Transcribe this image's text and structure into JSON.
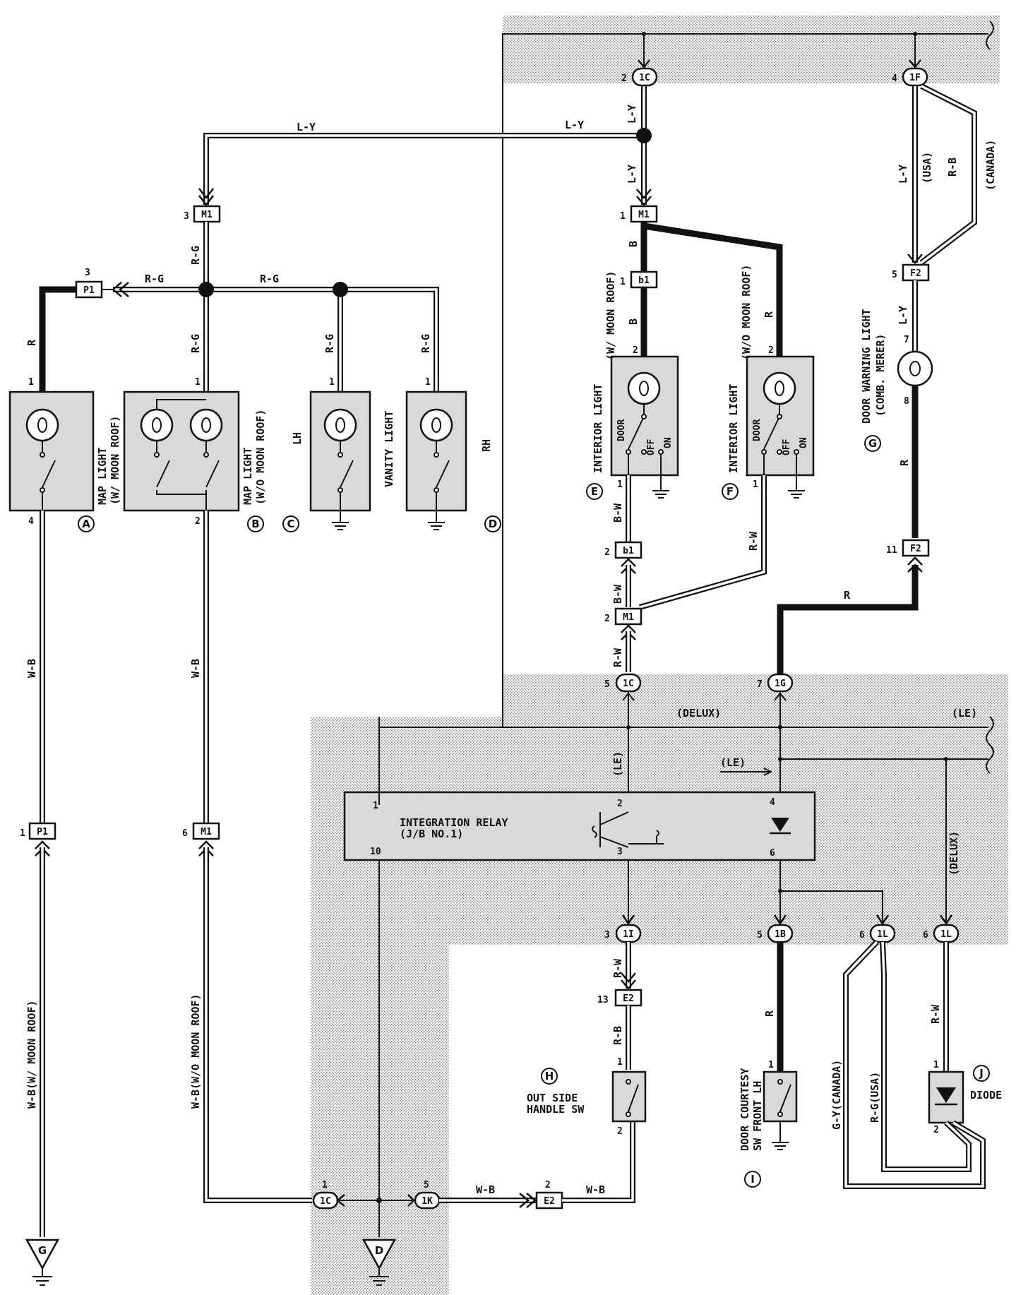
{
  "diagram": {
    "wire_colors": {
      "ly": "L-Y",
      "rg": "R-G",
      "r": "R",
      "b": "B",
      "bw": "B-W",
      "rw": "R-W",
      "rb": "R-B",
      "wb": "W-B",
      "gy_canada": "G-Y(CANADA)",
      "rg_usa": "R-G(USA)",
      "ly_usa": "L-Y",
      "rb_canada": "R-B",
      "usa": "(USA)",
      "canada": "(CANADA)",
      "wb_w_moon": "W-B(W/ MOON ROOF)",
      "wb_wo_moon": "W-B(W/O MOON ROOF)"
    },
    "variants": {
      "delux": "(DELUX)",
      "le": "(LE)",
      "le_arrow": "(LE)",
      "le_vert": "(LE)",
      "delux_vert": "(DELUX)"
    },
    "components": {
      "a": {
        "letter": "A",
        "name": "MAP LIGHT",
        "sub": "(W/ MOON ROOF)"
      },
      "b": {
        "letter": "B",
        "name": "MAP LIGHT",
        "sub": "(W/O MOON ROOF)"
      },
      "c": {
        "letter": "C",
        "name": "LH"
      },
      "d": {
        "letter": "D",
        "name": "RH"
      },
      "vanity": "VANITY LIGHT",
      "e": {
        "letter": "E",
        "name": "INTERIOR LIGHT",
        "sub": "(W/ MOON ROOF)"
      },
      "f": {
        "letter": "F",
        "name": "INTERIOR LIGHT",
        "sub": "(W/O MOON ROOF)"
      },
      "g": {
        "letter": "G",
        "name": "DOOR WARNING LIGHT",
        "sub": "(COMB. MERER)"
      },
      "h": {
        "letter": "H",
        "name": "OUT SIDE",
        "sub": "HANDLE SW"
      },
      "i": {
        "letter": "I",
        "name": "DOOR COURTESY",
        "sub": "SW FRONT LH"
      },
      "j": {
        "letter": "J",
        "name": "DIODE"
      },
      "relay": {
        "name": "INTEGRATION RELAY",
        "sub": "(J/B NO.1)"
      }
    },
    "switch_labels": {
      "door": "DOOR",
      "off": "OFF",
      "on": "ON"
    },
    "connectors": {
      "m1": "M1",
      "p1": "P1",
      "b1": "b1",
      "f2": "F2",
      "e2": "E2",
      "c1": "1C",
      "f1": "1F",
      "g1": "1G",
      "i1": "1I",
      "b1j": "1B",
      "l1": "1L",
      "k1": "1K"
    },
    "grounds": {
      "g1": "G",
      "g2": "D"
    },
    "pins": [
      "1",
      "2",
      "3",
      "4",
      "5",
      "6",
      "7",
      "8",
      "10",
      "11",
      "13"
    ]
  }
}
